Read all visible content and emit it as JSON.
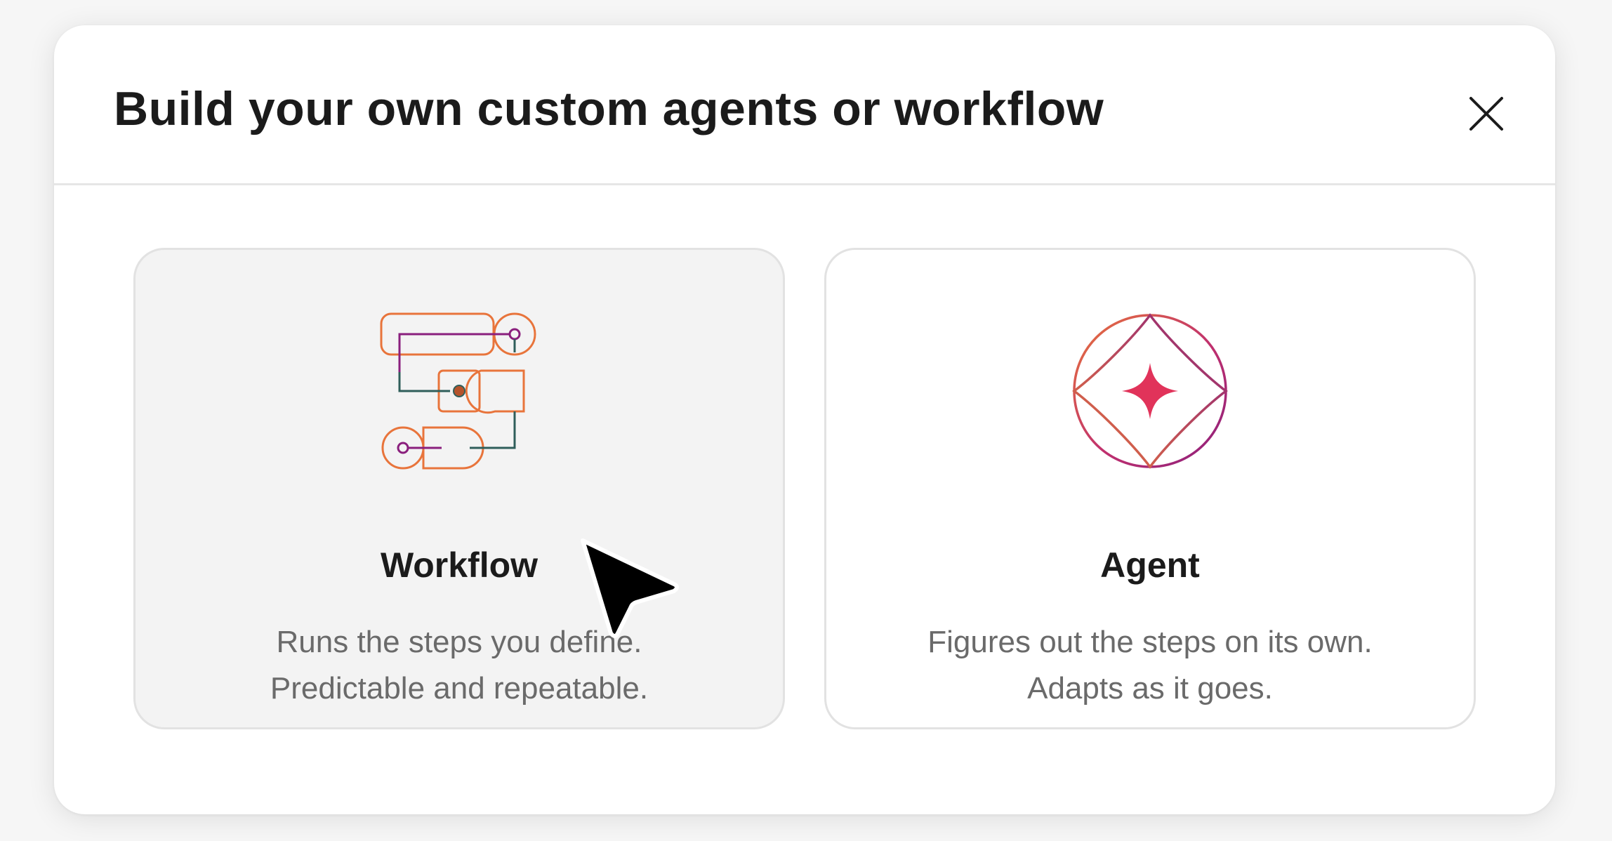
{
  "modal": {
    "title": "Build your own custom agents or workflow",
    "close_icon": "close-icon"
  },
  "cards": [
    {
      "id": "workflow",
      "title": "Workflow",
      "description_line1": "Runs the steps you define.",
      "description_line2": "Predictable and repeatable.",
      "icon": "workflow-diagram-icon",
      "hovered": true
    },
    {
      "id": "agent",
      "title": "Agent",
      "description_line1": "Figures out the steps on its own.",
      "description_line2": "Adapts as it goes.",
      "icon": "agent-sparkle-icon",
      "hovered": false
    }
  ],
  "colors": {
    "orange": "#e8743b",
    "purple": "#8a1f7d",
    "teal": "#2f5e5a",
    "pink": "#e1335a",
    "hover_bg": "#f3f3f3",
    "title_text": "#1b1b1b",
    "desc_text": "#6a6a6a"
  },
  "cursor": "arrow-pointer-icon"
}
